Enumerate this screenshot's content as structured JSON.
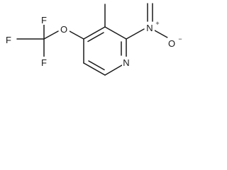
{
  "molecule": {
    "atom_labels": {
      "fluorine_1": "F",
      "fluorine_2": "F",
      "fluorine_3": "F",
      "ether_oxygen": "O",
      "ring_nitrogen": "N",
      "nitro_nitrogen": "N",
      "nitro_oxygen": "O"
    },
    "charges": {
      "nitro_nitrogen_plus": "+",
      "nitro_oxygen_minus": "−"
    }
  }
}
